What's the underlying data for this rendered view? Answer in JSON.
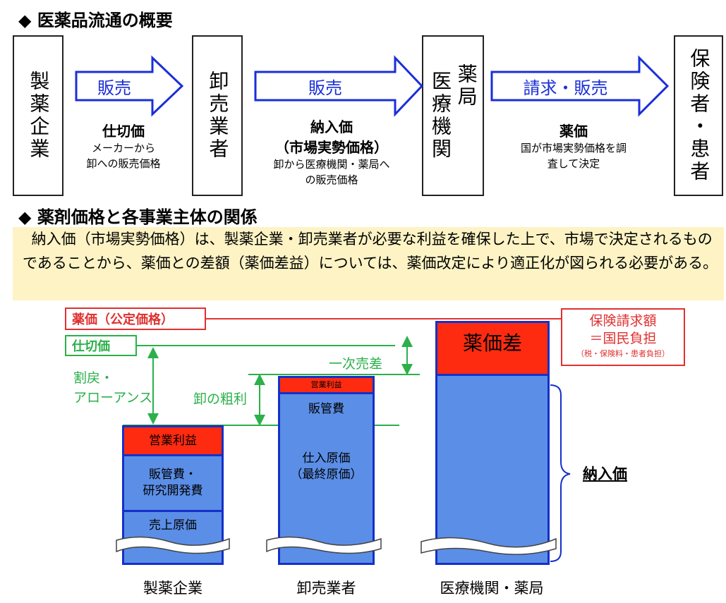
{
  "section1": {
    "title": "◆ 医薬品流通の概要"
  },
  "flow": {
    "boxes": [
      "製薬企業",
      "卸売業者",
      "医療機関",
      "薬局",
      "保険者・患者"
    ],
    "arrows": [
      "販売",
      "販売",
      "請求・販売"
    ],
    "prices": [
      {
        "name": "仕切価",
        "desc1": "メーカーから",
        "desc2": "卸への販売価格"
      },
      {
        "name": "納入価",
        "sub": "（市場実勢価格）",
        "desc1": "卸から医療機関・薬局へ",
        "desc2": "の販売価格"
      },
      {
        "name": "薬価",
        "desc1": "国が市場実勢価格を調",
        "desc2": "査して決定"
      }
    ]
  },
  "section2": {
    "title": "◆ 薬剤価格と各事業主体の関係"
  },
  "note": "納入価（市場実勢価格）は、製薬企業・卸売業者が必要な利益を確保した上で、市場で決定されるものであることから、薬価との差額（薬価差益）については、薬価改定により適正化が図られる必要がある。",
  "chart": {
    "yakka_label": "薬価（公定価格）",
    "shikiri_label": "仕切価",
    "hoken_line1": "保険請求額",
    "hoken_line2": "＝国民負担",
    "hoken_line3": "（税・保険料・患者負担）",
    "warimodoshi1": "割戻・",
    "warimodoshi2": "アローアンス",
    "ichiji": "一次売差",
    "oroshi_arari": "卸の粗利",
    "nyuka_label": "納入価",
    "maker": {
      "profit": "営業利益",
      "sga1": "販管費・",
      "sga2": "研究開発費",
      "cogs": "売上原価",
      "name": "製薬企業"
    },
    "wholesaler": {
      "profit": "営業利益",
      "sga": "販管費",
      "cogs1": "仕入原価",
      "cogs2": "（最終原価）",
      "name": "卸売業者"
    },
    "medical": {
      "diff": "薬価差",
      "name": "医療機関・薬局"
    },
    "colors": {
      "bar": "#5b8ee6",
      "profit": "#ff2b10",
      "frame": "#1530c8",
      "green": "#2bb04a",
      "red": "#e03030"
    }
  }
}
